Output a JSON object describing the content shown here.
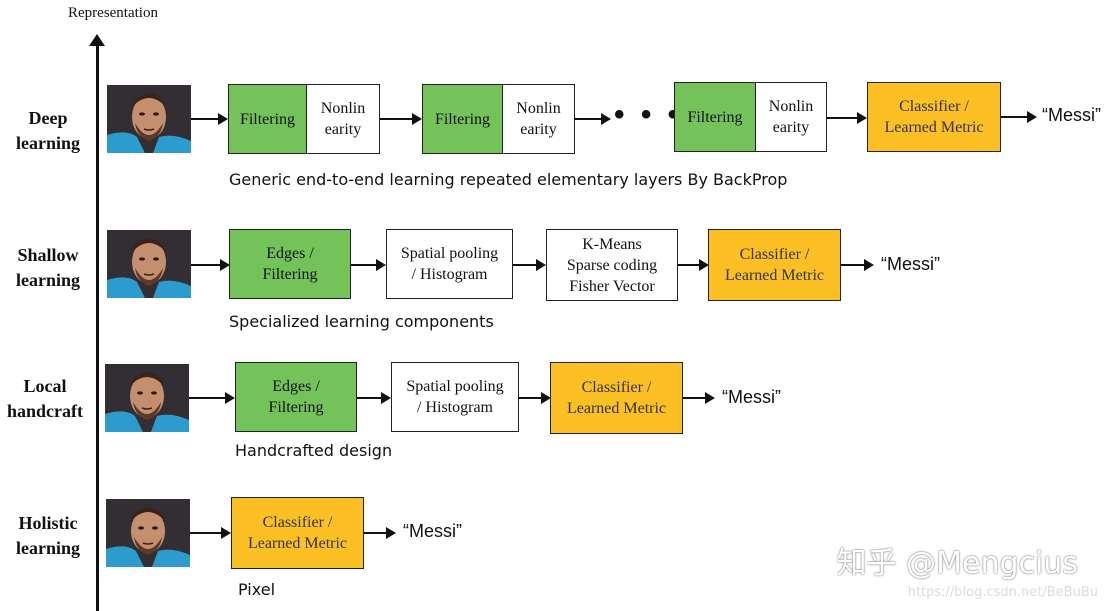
{
  "axis": {
    "title": "Representation"
  },
  "rows": [
    {
      "label_line1": "Deep",
      "label_line2": "learning",
      "caption": "Generic end-to-end learning repeated elementary layers By BackProp",
      "blocks": [
        {
          "line1": "Filtering",
          "line2": ""
        },
        {
          "line1": "Nonlin",
          "line2": "earity"
        },
        {
          "line1": "Filtering",
          "line2": ""
        },
        {
          "line1": "Nonlin",
          "line2": "earity"
        },
        {
          "line1": "Filtering",
          "line2": ""
        },
        {
          "line1": "Nonlin",
          "line2": "earity"
        },
        {
          "line1": "Classifier /",
          "line2": "Learned Metric"
        }
      ],
      "ellipsis": "• • •",
      "output": "“Messi”"
    },
    {
      "label_line1": "Shallow",
      "label_line2": "learning",
      "caption": "Specialized learning components",
      "blocks": [
        {
          "line1": "Edges /",
          "line2": "Filtering"
        },
        {
          "line1": "Spatial pooling",
          "line2": "/ Histogram"
        },
        {
          "line1": "K-Means",
          "line2": "Sparse coding",
          "line3": "Fisher Vector"
        },
        {
          "line1": "Classifier /",
          "line2": "Learned Metric"
        }
      ],
      "output": "“Messi”"
    },
    {
      "label_line1": "Local",
      "label_line2": "handcraft",
      "caption": "Handcrafted design",
      "blocks": [
        {
          "line1": "Edges /",
          "line2": "Filtering"
        },
        {
          "line1": "Spatial pooling",
          "line2": "/ Histogram"
        },
        {
          "line1": "Classifier /",
          "line2": "Learned Metric"
        }
      ],
      "output": "“Messi”"
    },
    {
      "label_line1": "Holistic",
      "label_line2": "learning",
      "caption": "Pixel",
      "blocks": [
        {
          "line1": "Classifier /",
          "line2": "Learned Metric"
        }
      ],
      "output": "“Messi”"
    }
  ],
  "colors": {
    "green": "#73c35a",
    "orange": "#fcc024",
    "white": "#ffffff"
  },
  "watermark": {
    "main": "知乎 @Mengcius",
    "url": "https://blog.csdn.net/BeBuBu"
  }
}
